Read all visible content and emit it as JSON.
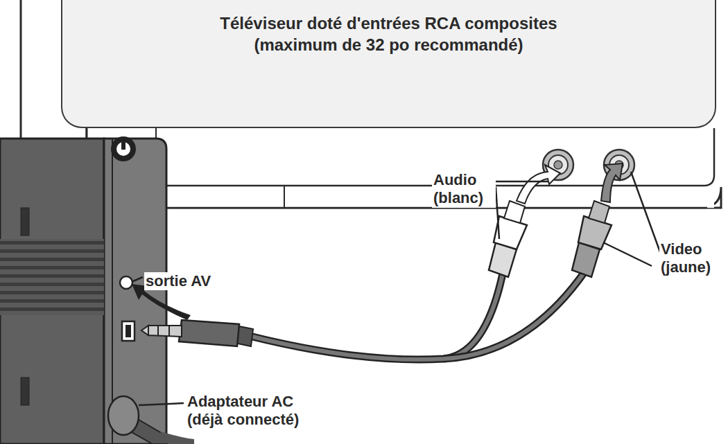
{
  "diagram": {
    "nodes": [
      {
        "text": [
          "Téléviseur doté d'entrées RCA composites (maximum de 32 po recommandé)"
        ]
      }
    ],
    "labels": [
      "Audio (blanc)",
      "Video (jaune)",
      "sortie AV",
      "Adaptateur AC (déjà connecté)"
    ]
  }
}
